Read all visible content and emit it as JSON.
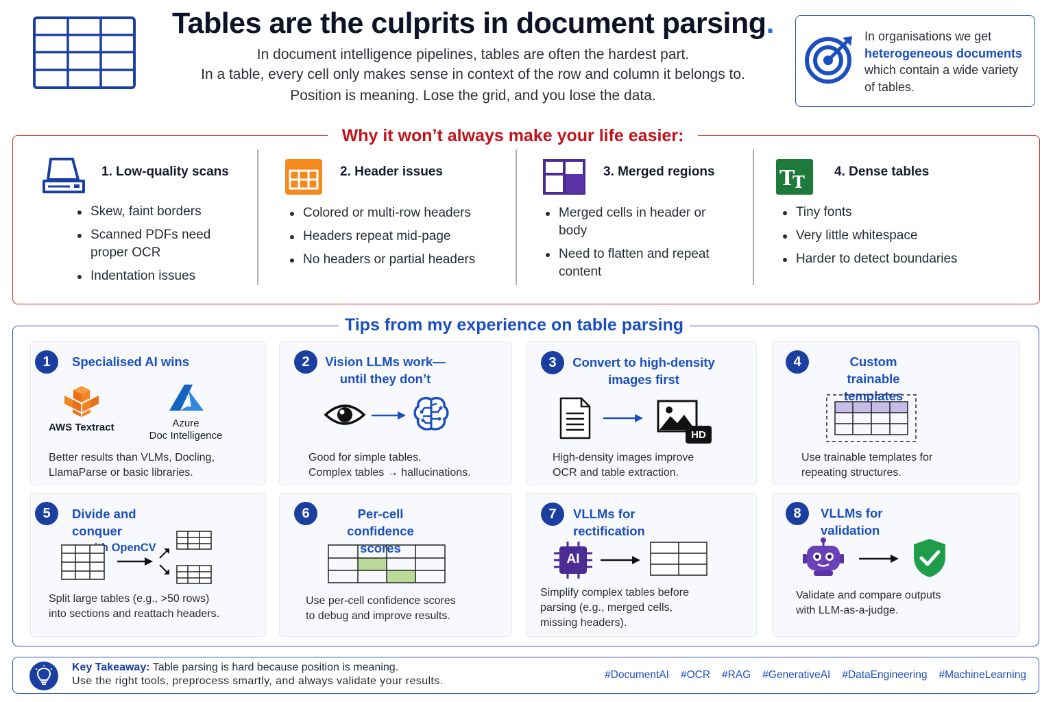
{
  "header": {
    "title": "Tables are the culprits in document parsing",
    "title_dot": ".",
    "lines": [
      "In document intelligence pipelines, tables are often the hardest part.",
      "In a table, every cell only makes sense in context of the row and column it belongs to.",
      "Position is meaning. Lose the grid, and you lose the data."
    ],
    "callout": {
      "before": "In organisations we get",
      "highlight": "heterogeneous documents",
      "after1": "which contain a wide variety",
      "after2": "of tables."
    }
  },
  "why": {
    "title": "Why it won’t always make your life easier:",
    "columns": [
      {
        "icon": "scanner-icon",
        "title": "1. Low-quality scans",
        "items": [
          "Skew, faint borders",
          "Scanned PDFs need proper OCR",
          "Indentation issues"
        ]
      },
      {
        "icon": "table-header-icon",
        "title": "2. Header issues",
        "items": [
          "Colored or multi-row headers",
          "Headers repeat mid-page",
          "No headers or partial headers"
        ]
      },
      {
        "icon": "merged-cells-icon",
        "title": "3. Merged regions",
        "items": [
          "Merged cells in header or body",
          "Need to flatten and repeat content"
        ]
      },
      {
        "icon": "text-size-icon",
        "title": "4. Dense tables",
        "items": [
          "Tiny fonts",
          "Very little whitespace",
          "Harder to detect boundaries"
        ]
      }
    ]
  },
  "tips": {
    "title": "Tips from my experience on table parsing",
    "cards": [
      {
        "num": "1",
        "title_lines": [
          "Specialised AI wins"
        ],
        "labels": [
          "AWS Textract",
          "Azure",
          "Doc Intelligence"
        ],
        "desc_lines": [
          "Better results than VLMs, Docling,",
          "LlamaParse or basic libraries."
        ]
      },
      {
        "num": "2",
        "title_lines": [
          "Vision LLMs work—",
          "until they don’t"
        ],
        "desc_lines": [
          "Good for simple tables.",
          "Complex tables → hallucinations."
        ]
      },
      {
        "num": "3",
        "title_lines": [
          "Convert to high-density",
          "images first"
        ],
        "badge": "HD",
        "desc_lines": [
          "High-density images improve",
          "OCR and table extraction."
        ]
      },
      {
        "num": "4",
        "title_lines": [
          "Custom trainable",
          "templates"
        ],
        "desc_lines": [
          "Use trainable templates for",
          "repeating structures."
        ]
      },
      {
        "num": "5",
        "title_lines": [
          "Divide and conquer",
          "with OpenCV"
        ],
        "desc_lines": [
          "Split large tables (e.g., >50 rows)",
          "into sections and reattach headers."
        ]
      },
      {
        "num": "6",
        "title_lines": [
          "Per-cell confidence",
          "scores"
        ],
        "desc_lines": [
          "Use per-cell confidence scores",
          "to debug and improve results."
        ]
      },
      {
        "num": "7",
        "title_lines": [
          "VLLMs for",
          "rectification"
        ],
        "badge": "AI",
        "desc_lines": [
          "Simplify complex tables before",
          "parsing (e.g., merged cells,",
          "missing headers)."
        ]
      },
      {
        "num": "8",
        "title_lines": [
          "VLLMs for",
          "validation"
        ],
        "desc_lines": [
          "Validate and compare outputs",
          "with LLM-as-a-judge."
        ]
      }
    ]
  },
  "footer": {
    "key_label": "Key Takeaway:",
    "key_text": " Table parsing is hard because position is meaning.",
    "line2": "Use the right tools, preprocess smartly, and always validate your results.",
    "tags": [
      "#DocumentAI",
      "#OCR",
      "#RAG",
      "#GenerativeAI",
      "#DataEngineering",
      "#MachineLearning"
    ]
  },
  "colors": {
    "accent_blue": "#1b4fbf",
    "accent_red": "#c2121a",
    "number_badge": "#1b3fa0"
  }
}
